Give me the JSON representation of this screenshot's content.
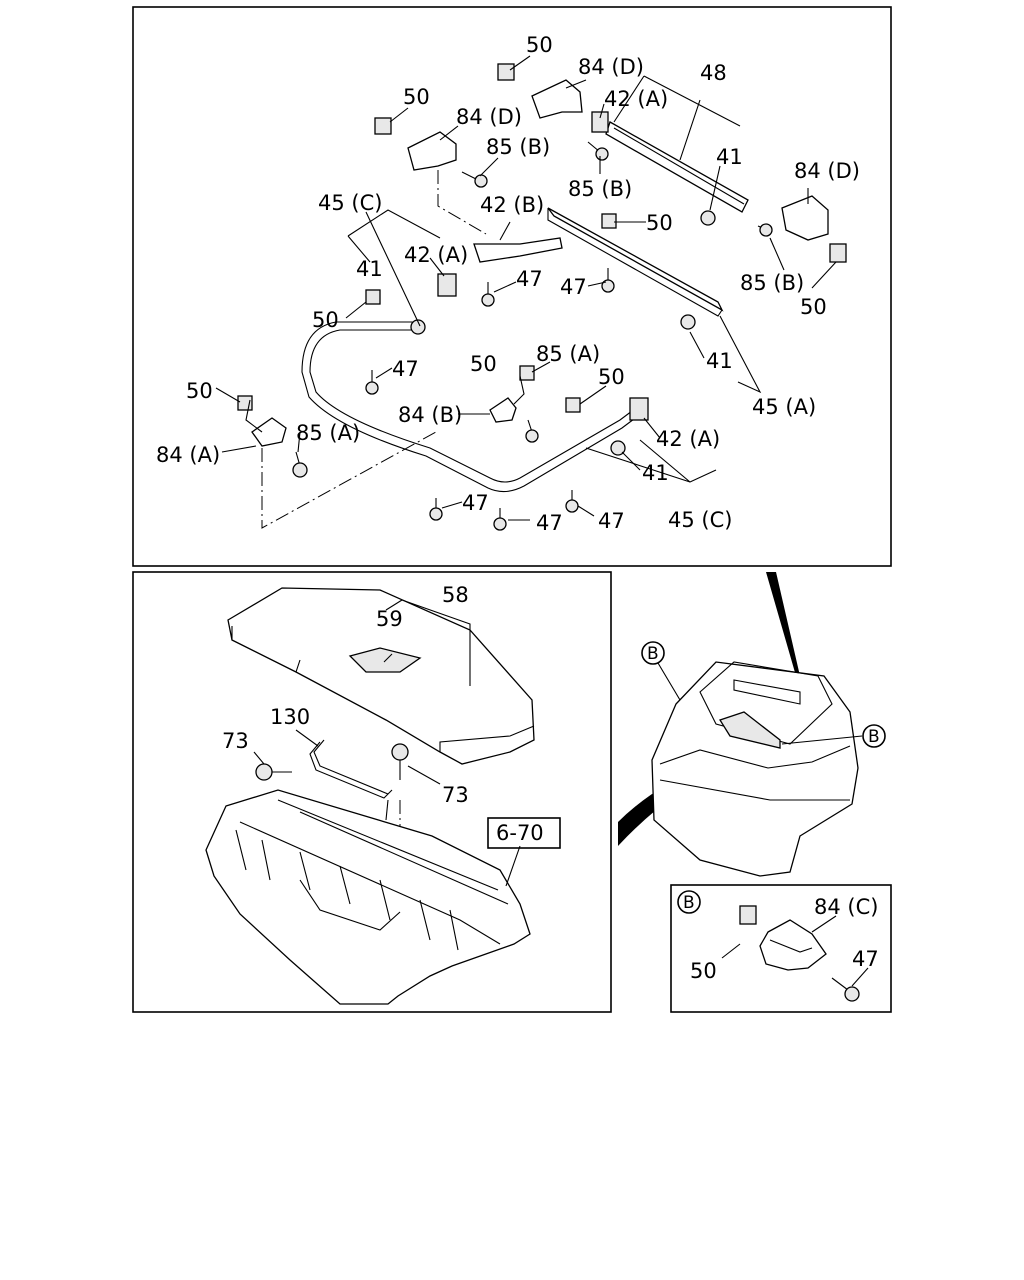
{
  "panels": {
    "top": {
      "labels": {
        "p50_a": "50",
        "p50_b": "50",
        "p50_c": "50",
        "p50_d": "50",
        "p50_e": "50",
        "p50_f": "50",
        "p50_g": "50",
        "p50_h": "50",
        "p84d_a": "84 (D)",
        "p84d_b": "84 (D)",
        "p84d_c": "84 (D)",
        "p84b": "84 (B)",
        "p84a": "84 (A)",
        "p85b_a": "85 (B)",
        "p85b_b": "85 (B)",
        "p85b_c": "85 (B)",
        "p85a_a": "85 (A)",
        "p85a_b": "85 (A)",
        "p42a_a": "42 (A)",
        "p42a_b": "42 (A)",
        "p42a_c": "42 (A)",
        "p42b": "42 (B)",
        "p48": "48",
        "p41_a": "41",
        "p41_b": "41",
        "p41_c": "41",
        "p41_d": "41",
        "p45c_a": "45 (C)",
        "p45c_b": "45 (C)",
        "p45a": "45 (A)",
        "p47_a": "47",
        "p47_b": "47",
        "p47_c": "47",
        "p47_d": "47",
        "p47_e": "47",
        "p47_f": "47"
      }
    },
    "bottom_left": {
      "labels": {
        "p58": "58",
        "p59": "59",
        "p130": "130",
        "p73_a": "73",
        "p73_b": "73",
        "ref": "6-70"
      }
    },
    "bottom_right": {
      "labels": {
        "callout_b1": "B",
        "callout_b2": "B"
      }
    },
    "detail_b": {
      "labels": {
        "callout": "B",
        "p84c": "84 (C)",
        "p50": "50",
        "p47": "47"
      }
    }
  }
}
